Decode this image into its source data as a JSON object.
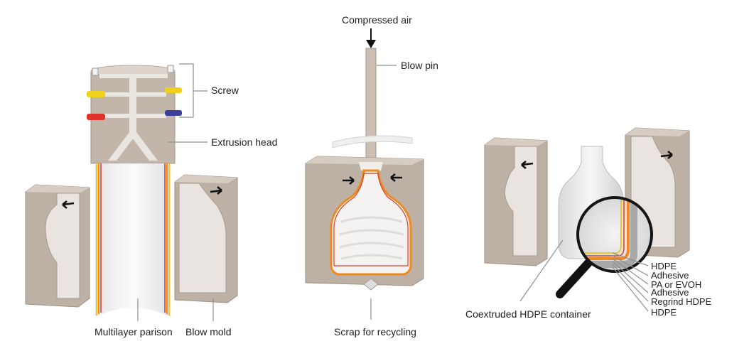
{
  "labels": {
    "compressed_air": "Compressed air",
    "blow_pin": "Blow pin",
    "screw": "Screw",
    "extrusion_head": "Extrusion head",
    "multilayer_parison": "Multilayer parison",
    "blow_mold": "Blow mold",
    "scrap": "Scrap for recycling",
    "container": "Coextruded HDPE container"
  },
  "layers": [
    "HDPE",
    "Adhesive",
    "PA or EVOH",
    "Adhesive",
    "Regrind HDPE",
    "HDPE"
  ],
  "colors": {
    "mold": "#bdb1a6",
    "mold_light": "#d6ccc2",
    "screw_yellow": "#f0d21c",
    "screw_red": "#e0322a",
    "screw_blue": "#3b3f9e",
    "layer_orange": "#f08a1e",
    "layer_red": "#d93a25",
    "layer_yellow": "#f2c52a"
  }
}
